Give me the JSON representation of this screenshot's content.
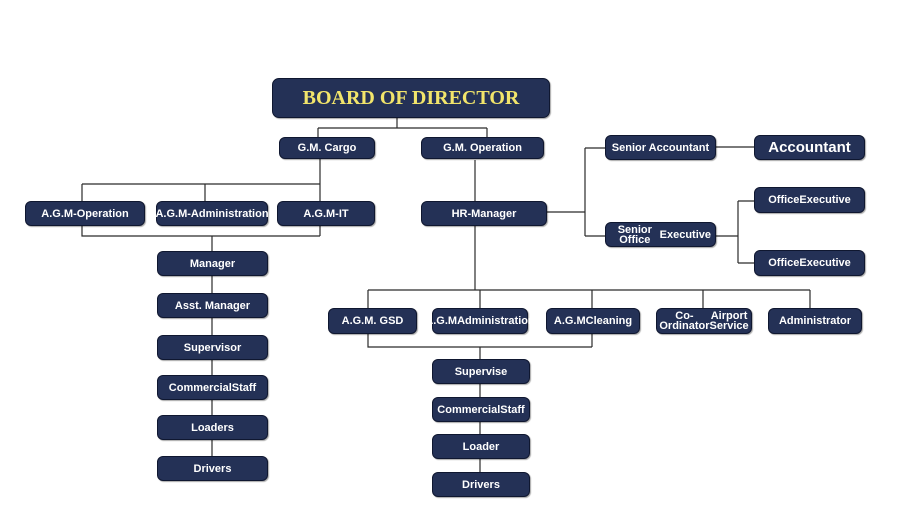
{
  "chart": {
    "title": "BOARD OF DIRECTOR",
    "gm_cargo": "G.M. Cargo",
    "gm_operation": "G.M. Operation",
    "agm_operation": [
      "A.G.M-",
      "Operation"
    ],
    "agm_administration": [
      "A.G.M-",
      "Administration"
    ],
    "agm_it": "A.G.M-IT",
    "cargo_chain": [
      "Manager",
      "Asst. Manager",
      "Supervisor",
      [
        "Commercial",
        "Staff"
      ],
      "Loaders",
      "Drivers"
    ],
    "hr_manager": "HR-Manager",
    "senior_accountant": "Senior Accountant",
    "accountant": "Accountant",
    "senior_office_executive": [
      "Senior Office",
      "Executive"
    ],
    "office_executive_1": [
      "Office",
      "Executive"
    ],
    "office_executive_2": [
      "Office",
      "Executive"
    ],
    "agm_gsd": "A.G.M. GSD",
    "agm_administration_2": [
      "A.G.M",
      "Administration"
    ],
    "agm_cleaning": [
      "A.G.M",
      "Cleaning"
    ],
    "coordinator": [
      "Co-Ordinator",
      "Airport Service"
    ],
    "administrator": "Administrator",
    "ops_chain": [
      "Supervise",
      [
        "Commercial",
        "Staff"
      ],
      "Loader",
      "Drivers"
    ]
  },
  "colors": {
    "box_fill": "#243156",
    "box_text": "#ffffff",
    "title_text": "#f2e56b",
    "connector": "#2b2b2b"
  }
}
